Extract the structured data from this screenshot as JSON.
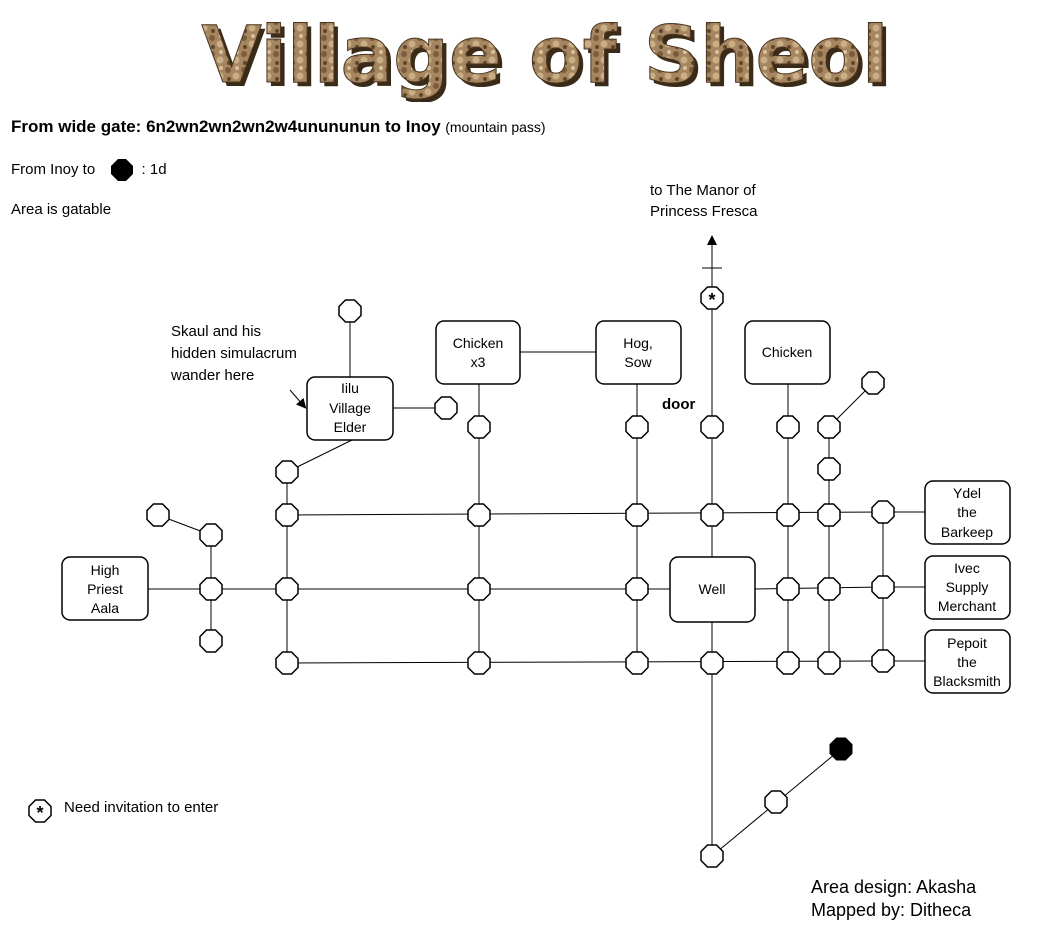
{
  "title": "Village of Sheol",
  "directions": {
    "gate_prefix": "From wide gate: 6n2wn2wn2wn2w4unununun to Inoy",
    "gate_suffix": "(mountain pass)",
    "inoy_prefix": "From Inoy to",
    "inoy_suffix": ": 1d",
    "gatable": "Area is gatable"
  },
  "labels": {
    "manor_line1": "to The Manor of",
    "manor_line2": "Princess Fresca",
    "skaul_line1": "Skaul and his",
    "skaul_line2": "hidden simulacrum",
    "skaul_line3": "wander here",
    "door": "door"
  },
  "rooms": {
    "iilu": [
      "Iilu",
      "Village",
      "Elder"
    ],
    "chicken3": [
      "Chicken",
      "x3"
    ],
    "hog": [
      "Hog,",
      "Sow"
    ],
    "chicken": [
      "Chicken"
    ],
    "aala": [
      "High",
      "Priest",
      "Aala"
    ],
    "well": [
      "Well"
    ],
    "ydel": [
      "Ydel",
      "the",
      "Barkeep"
    ],
    "ivec": [
      "Ivec",
      "Supply",
      "Merchant"
    ],
    "pepoit": [
      "Pepoit",
      "the",
      "Blacksmith"
    ]
  },
  "legend": {
    "symbol": "*",
    "text": "Need invitation to enter"
  },
  "credits": {
    "design": "Area design: Akasha",
    "mapped": "Mapped by: Ditheca"
  },
  "colors": {
    "title_fill": "#9a7b52",
    "entrance_fill": "#000000"
  }
}
